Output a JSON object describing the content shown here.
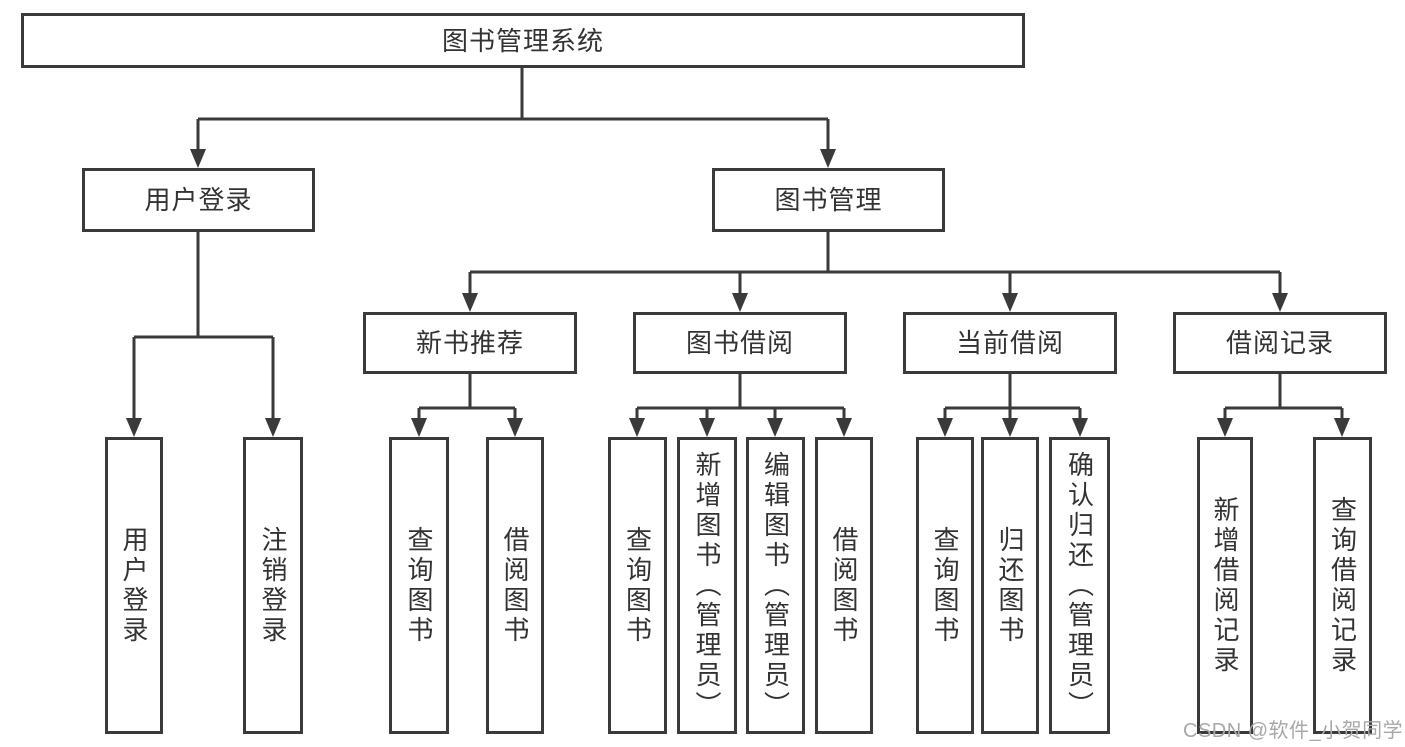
{
  "tree": {
    "label": "图书管理系统",
    "children": [
      {
        "label": "用户登录",
        "children": [
          {
            "label": "用户登录"
          },
          {
            "label": "注销登录"
          }
        ]
      },
      {
        "label": "图书管理",
        "children": [
          {
            "label": "新书推荐",
            "children": [
              {
                "label": "查询图书"
              },
              {
                "label": "借阅图书"
              }
            ]
          },
          {
            "label": "图书借阅",
            "children": [
              {
                "label": "查询图书"
              },
              {
                "label": "新增图书（管理员）"
              },
              {
                "label": "编辑图书（管理员）"
              },
              {
                "label": "借阅图书"
              }
            ]
          },
          {
            "label": "当前借阅",
            "children": [
              {
                "label": "查询图书"
              },
              {
                "label": "归还图书"
              },
              {
                "label": "确认归还（管理员）"
              }
            ]
          },
          {
            "label": "借阅记录",
            "children": [
              {
                "label": "新增借阅记录"
              },
              {
                "label": "查询借阅记录"
              }
            ]
          }
        ]
      }
    ]
  },
  "watermark": {
    "text": "CSDN @软件_小贺同学"
  },
  "colors": {
    "line": "#3a3a3a",
    "text": "#333333",
    "boxbg": "#ffffff",
    "wm": "#a8a8a8"
  }
}
